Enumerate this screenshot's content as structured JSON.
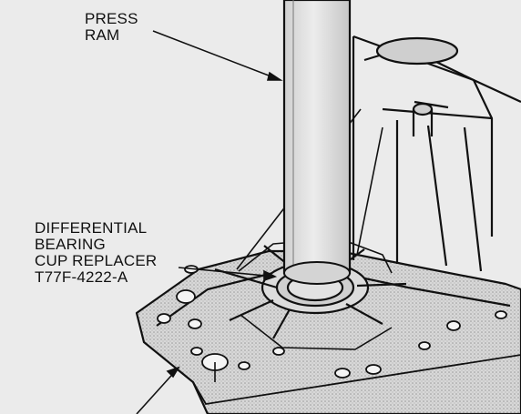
{
  "labels": {
    "press_ram": [
      "PRESS",
      "RAM"
    ],
    "replacer": [
      "DIFFERENTIAL",
      "BEARING",
      "CUP REPLACER",
      "T77F-4222-A"
    ]
  }
}
